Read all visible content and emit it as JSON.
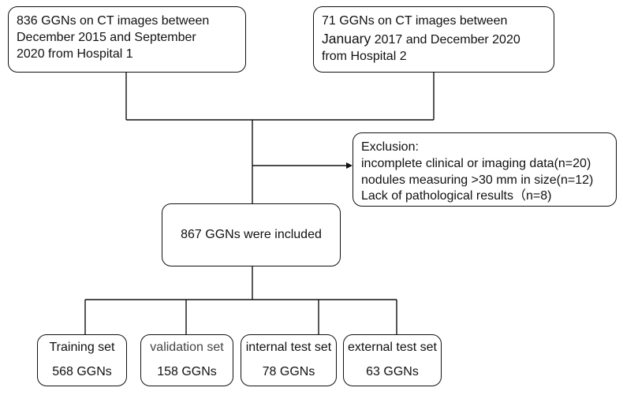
{
  "sources": [
    {
      "lines_prefix": [
        "836 GGNs on CT images between",
        "December 2015 and September",
        "2020 from Hospital 1"
      ]
    },
    {
      "line1": "71 GGNs on CT images between",
      "line2_emph": "January",
      "line2_rest": " 2017 and December 2020",
      "line3": "from Hospital 2"
    }
  ],
  "exclusion": {
    "title": "Exclusion:",
    "items": [
      "incomplete clinical or imaging data(n=20)",
      "nodules measuring >30 mm in size(n=12)",
      "Lack of pathological results（n=8)"
    ]
  },
  "included": {
    "label": "867 GGNs were included"
  },
  "splits": [
    {
      "name": "Training set",
      "count": "568 GGNs"
    },
    {
      "name": "validation set",
      "count": "158 GGNs"
    },
    {
      "name": "internal test set",
      "count": "78 GGNs"
    },
    {
      "name": "external test set",
      "count": "63 GGNs"
    }
  ]
}
